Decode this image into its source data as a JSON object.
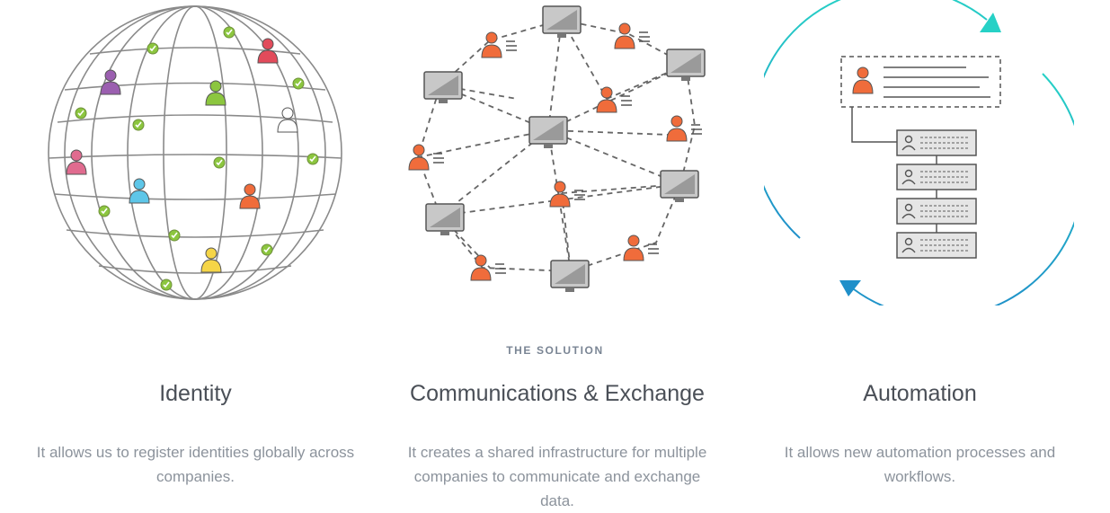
{
  "section": {
    "eyebrow": "THE SOLUTION"
  },
  "columns": [
    {
      "title": "Identity",
      "description": "It allows us to register identities globally across companies.",
      "illustration_icon": "globe-identity-icon"
    },
    {
      "title": "Communications & Exchange",
      "description": "It creates a shared infrastructure for multiple companies to communicate and exchange data.",
      "illustration_icon": "network-exchange-icon"
    },
    {
      "title": "Automation",
      "description": "It allows new automation processes and workflows.",
      "illustration_icon": "automation-cycle-icon"
    }
  ],
  "colors": {
    "line_gray": "#8a8a8a",
    "person_orange": "#f06c3b",
    "check_green": "#8cc63f",
    "cycle_teal": "#26d1c6",
    "cycle_blue": "#1f8fc9",
    "title_text": "#4a4f57",
    "body_text": "#8c939c"
  }
}
